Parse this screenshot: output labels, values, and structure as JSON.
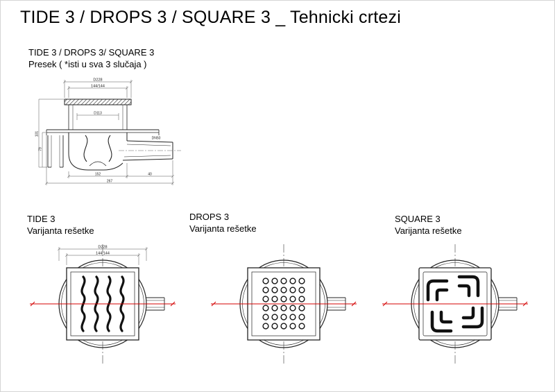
{
  "page": {
    "title": "TIDE 3 / DROPS 3 / SQUARE 3 _ Tehnicki crtezi"
  },
  "presek": {
    "heading": "TIDE 3 / DROPS 3/ SQUARE 3",
    "subheading": "Presek ( *isti u sva 3 slučaja )",
    "dims": {
      "outer_diameter": "D228",
      "grate_size": "144/144",
      "mouth_diameter": "D113",
      "body_width": "152",
      "outlet_length": "40",
      "total_width": "267",
      "height_side": "79",
      "height_total": "101",
      "outlet_label": "DN50"
    }
  },
  "variants": [
    {
      "name": "TIDE 3",
      "subtitle": "Varijanta rešetke",
      "pattern": "waves",
      "dims": {
        "outer_diameter": "D228",
        "grate_size": "144/144"
      }
    },
    {
      "name": "DROPS 3",
      "subtitle": "Varijanta rešetke",
      "pattern": "dots"
    },
    {
      "name": "SQUARE 3",
      "subtitle": "Varijanta rešetke",
      "pattern": "maze"
    }
  ],
  "colors": {
    "centerline_red": "#d40000",
    "drawing_stroke": "#222222"
  }
}
